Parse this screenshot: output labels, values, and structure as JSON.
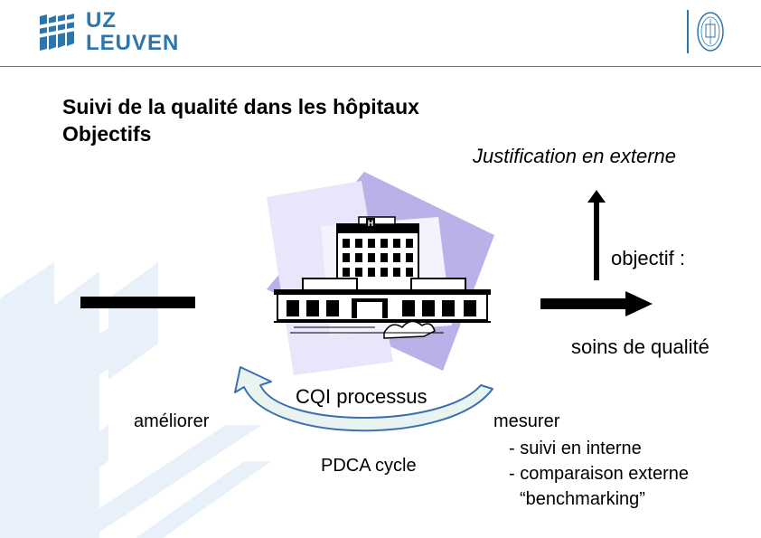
{
  "header": {
    "logo_line1": "UZ",
    "logo_line2": "LEUVEN",
    "brand_color": "#2d76ad"
  },
  "slide": {
    "title_line1": "Suivi de la qualité dans les hôpitaux",
    "title_line2": "Objectifs",
    "external_justification": "Justification en externe",
    "objective_label": "objectif :",
    "quality_care": "soins de qualité",
    "cqi_process": "CQI processus",
    "improve": "améliorer",
    "pdca": "PDCA cycle",
    "measure": "mesurer",
    "measure_items": [
      "- suivi en interne",
      "- comparaison externe",
      "“benchmarking”"
    ]
  },
  "icons": [
    "hospital-icon",
    "arrow-up-icon",
    "arrow-right-icon",
    "curved-cycle-arrow-icon",
    "uz-leuven-logo-icon",
    "ku-leuven-seal-icon"
  ],
  "colors": {
    "accent_blue": "#2d76ad",
    "watermark": "#e7f0f8",
    "lilac": "#b9b1e8",
    "lilac_light": "#e8e6fa",
    "cycle_arrow": "#e9f4f0",
    "cycle_arrow_stroke": "#3b6fb3"
  }
}
